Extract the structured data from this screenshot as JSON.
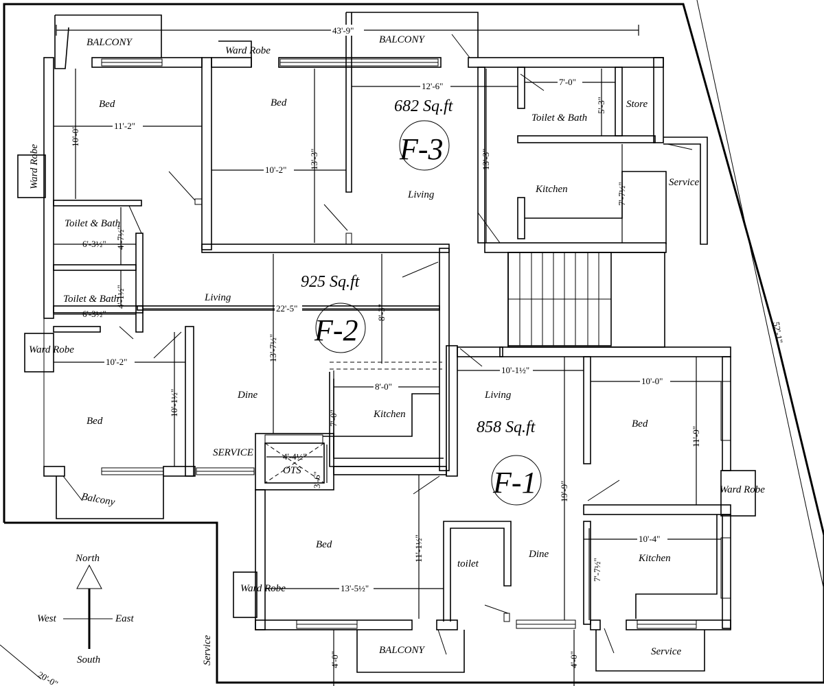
{
  "flats": [
    {
      "name": "F-3",
      "area": "682 Sq.ft"
    },
    {
      "name": "F-2",
      "area": "925 Sq.ft"
    },
    {
      "name": "F-1",
      "area": "858 Sq.ft"
    }
  ],
  "rooms": {
    "balcony_f3_left": "BALCONY",
    "balcony_f3_right": "BALCONY",
    "ward_robe_top": "Ward Robe",
    "ward_robe_left": "Ward Robe",
    "bed_f3_left": "Bed",
    "bed_f3_mid": "Bed",
    "toilet_bath_f3": "Toilet & Bath",
    "store": "Store",
    "living_f3": "Living",
    "kitchen_f3": "Kitchen",
    "service_f3": "Service",
    "toilet_bath_f2a": "Toilet & Bath",
    "toilet_bath_f2b": "Toilet & Bath",
    "living_f2": "Living",
    "ward_robe_f2": "Ward Robe",
    "bed_f2": "Bed",
    "dine_f2": "Dine",
    "kitchen_f2": "Kitchen",
    "service_f2": "SERVICE",
    "ots": "OTS",
    "balcony_f2": "Balcony",
    "living_f1": "Living",
    "bed_f1_right": "Bed",
    "ward_robe_f1_right": "Ward Robe",
    "bed_f1_left": "Bed",
    "toilet_f1": "toilet",
    "dine_f1": "Dine",
    "kitchen_f1": "Kitchen",
    "ward_robe_f1_left": "Ward Robe",
    "balcony_f1": "BALCONY",
    "service_f1": "Service",
    "service_left": "Service"
  },
  "dimensions": {
    "overall_width": "43'-9\"",
    "road": "52'-1\"",
    "road_left": "20'-0\"",
    "d_12_6": "12'-6\"",
    "d_7_0_top": "7'-0\"",
    "d_5_3": "5'-3\"",
    "d_10_0_left": "10'-0\"",
    "d_11_2": "11'-2\"",
    "d_10_2_top": "10'-2\"",
    "d_13_3_a": "13'-3\"",
    "d_13_3_b": "13'-3\"",
    "d_7_7h_a": "7'-7½\"",
    "d_6_3h_a": "6'-3½\"",
    "d_4_7h": "4'-7½\"",
    "d_6_3h_b": "6'-3½\"",
    "d_4_1h": "4'-1½\"",
    "d_22_5": "22'-5\"",
    "d_8_3": "8'-3\"",
    "d_13_7h": "13'-7½\"",
    "d_10_2_mid": "10'-2\"",
    "d_10_1h_a": "10'-1½\"",
    "d_8_0": "8'-0\"",
    "d_7_0_mid": "7'-0\"",
    "d_4_4h": "4'-4½\"",
    "d_3_6": "3'-6\"",
    "d_10_1h_b": "10'-1½\"",
    "d_10_0_right": "10'-0\"",
    "d_11_9": "11'-9\"",
    "d_19_9": "19'-9\"",
    "d_10_4": "10'-4\"",
    "d_7_7h_b": "7'-7½\"",
    "d_11_1h": "11'-1½\"",
    "d_13_5h": "13'-5½\"",
    "d_4_0_a": "4'-0\"",
    "d_4_0_b": "4'-0\""
  },
  "compass": {
    "north": "North",
    "south": "South",
    "east": "East",
    "west": "West"
  }
}
